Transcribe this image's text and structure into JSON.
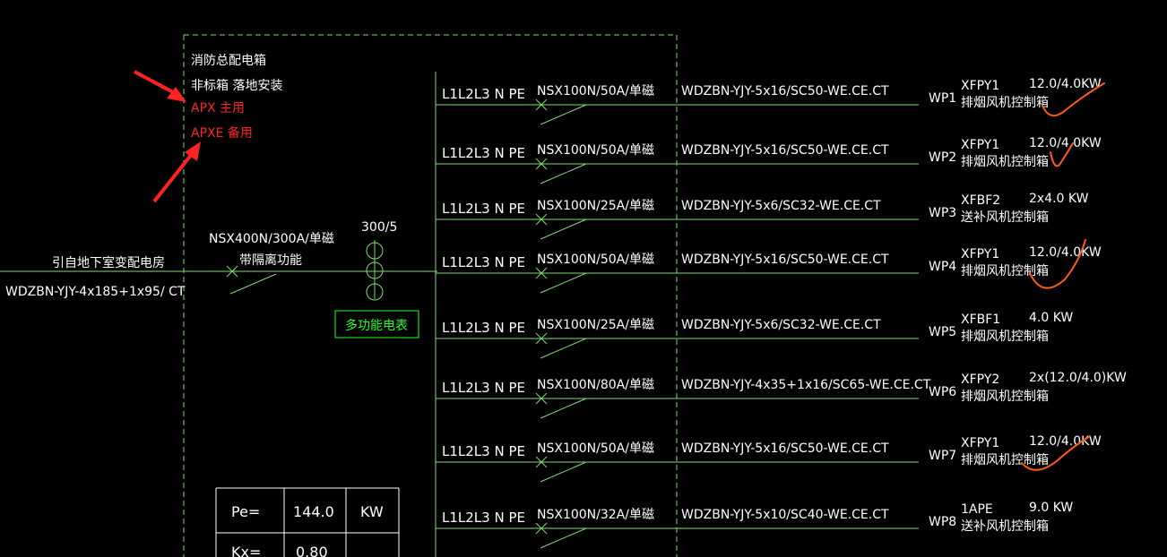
{
  "colors": {
    "background": "#000000",
    "wire": "#7fdc6f",
    "text": "#ffffff",
    "annotation_red": "#ff2222",
    "meter_green": "#22ff22",
    "check_orange": "#ff5a1a"
  },
  "panel": {
    "name_line1": "消防总配电箱",
    "name_line2": "非标箱    落地安装",
    "apx_label": "APX  主用",
    "apxe_label": "APXE  备用"
  },
  "incoming": {
    "source_label": "引自地下室变配电房",
    "cable": "WDZBN-YJY-4x185+1x95/ CT",
    "breaker": "NSX400N/300A/单磁",
    "breaker_note": "带隔离功能",
    "ct_ratio": "300/5",
    "meter_label": "多功能电表"
  },
  "circuits": [
    {
      "phases": "L1L2L3 N PE",
      "breaker": "NSX100N/50A/单磁",
      "cable": "WDZBN-YJY-5x16/SC50-WE.CE.CT",
      "id": "WP1",
      "device": "XFPY1",
      "desc": "排烟风机控制箱",
      "power": "12.0/4.0KW",
      "checked": true
    },
    {
      "phases": "L1L2L3 N PE",
      "breaker": "NSX100N/50A/单磁",
      "cable": "WDZBN-YJY-5x16/SC50-WE.CE.CT",
      "id": "WP2",
      "device": "XFPY1",
      "desc": "排烟风机控制箱",
      "power": "12.0/4.0KW",
      "checked": true
    },
    {
      "phases": "L1L2L3 N PE",
      "breaker": "NSX100N/25A/单磁",
      "cable": "WDZBN-YJY-5x6/SC32-WE.CE.CT",
      "id": "WP3",
      "device": "XFBF2",
      "desc": "送补风机控制箱",
      "power": "2x4.0 KW",
      "checked": false
    },
    {
      "phases": "L1L2L3 N PE",
      "breaker": "NSX100N/50A/单磁",
      "cable": "WDZBN-YJY-5x16/SC50-WE.CE.CT",
      "id": "WP4",
      "device": "XFPY1",
      "desc": "排烟风机控制箱",
      "power": "12.0/4.0KW",
      "checked": true
    },
    {
      "phases": "L1L2L3 N PE",
      "breaker": "NSX100N/25A/单磁",
      "cable": "WDZBN-YJY-5x6/SC32-WE.CE.CT",
      "id": "WP5",
      "device": "XFBF1",
      "desc": "排烟风机控制箱",
      "power": "4.0 KW",
      "checked": false
    },
    {
      "phases": "L1L2L3 N PE",
      "breaker": "NSX100N/80A/单磁",
      "cable": "WDZBN-YJY-4x35+1x16/SC65-WE.CE.CT",
      "id": "WP6",
      "device": "XFPY2",
      "desc": "排烟风机控制箱",
      "power": "2x(12.0/4.0)KW",
      "checked": false
    },
    {
      "phases": "L1L2L3 N PE",
      "breaker": "NSX100N/50A/单磁",
      "cable": "WDZBN-YJY-5x16/SC50-WE.CE.CT",
      "id": "WP7",
      "device": "XFPY1",
      "desc": "排烟风机控制箱",
      "power": "12.0/4.0KW",
      "checked": true
    },
    {
      "phases": "L1L2L3 N PE",
      "breaker": "NSX100N/32A/单磁",
      "cable": "WDZBN-YJY-5x10/SC40-WE.CE.CT",
      "id": "WP8",
      "device": "1APE",
      "desc": "送补风机控制箱",
      "power": "9.0 KW",
      "checked": false
    }
  ],
  "load_table": {
    "rows": [
      {
        "label": "Pe=",
        "value": "144.0",
        "unit": "KW"
      },
      {
        "label": "Kx=",
        "value": "0.80",
        "unit": ""
      }
    ]
  }
}
